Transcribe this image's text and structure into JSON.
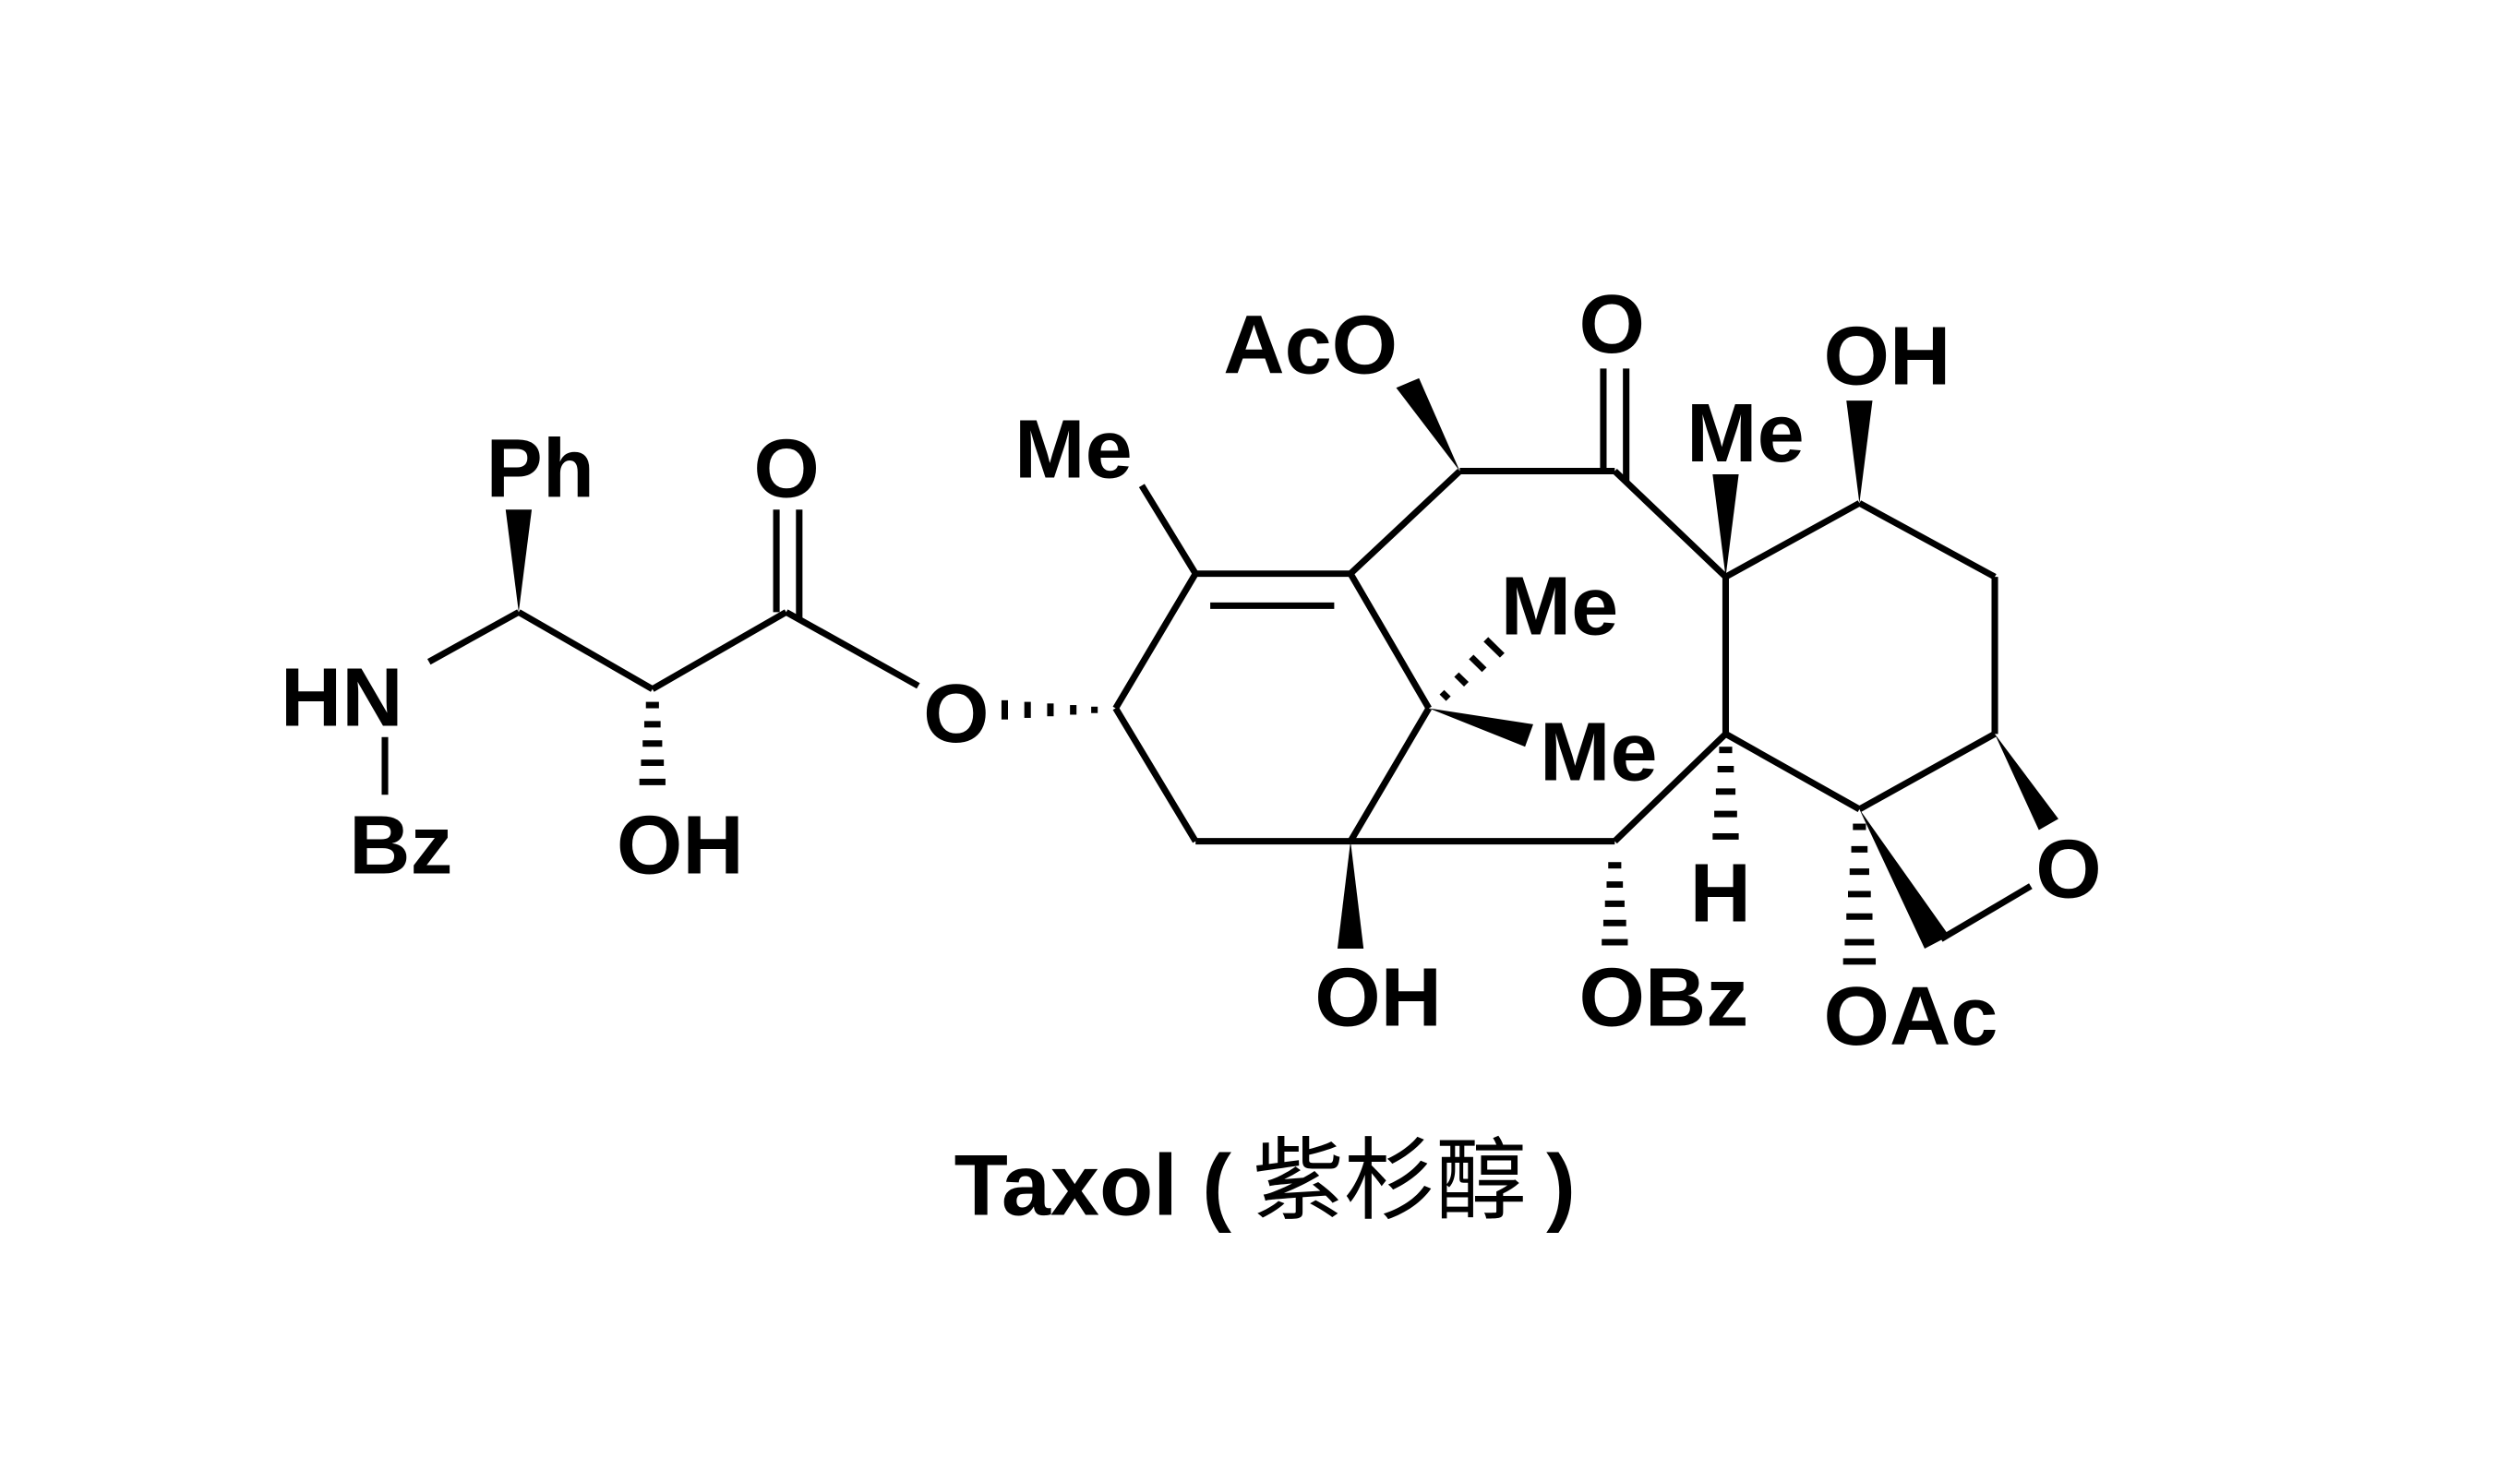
{
  "molecule": {
    "name": "Taxol",
    "caption": "Taxol (紫杉醇)",
    "caption_latin": "Taxol (",
    "caption_cjk": "紫杉醇",
    "caption_close": ")"
  },
  "labels": {
    "ph": "Ph",
    "carbonyl_o_side": "O",
    "hn": "HN",
    "bz_n": "Bz",
    "oh_side": "OH",
    "ester_o": "O",
    "me_c18": "Me",
    "aco": "AcO",
    "ketone_o": "O",
    "me_gem1": "Me",
    "me_gem2": "Me",
    "me_c8": "Me",
    "oh_c7": "OH",
    "oh_c1": "OH",
    "obz": "OBz",
    "h_c3": "H",
    "oac": "OAc",
    "oxetane_o": "O"
  },
  "colors": {
    "ink": "#000000",
    "background": "#ffffff"
  }
}
